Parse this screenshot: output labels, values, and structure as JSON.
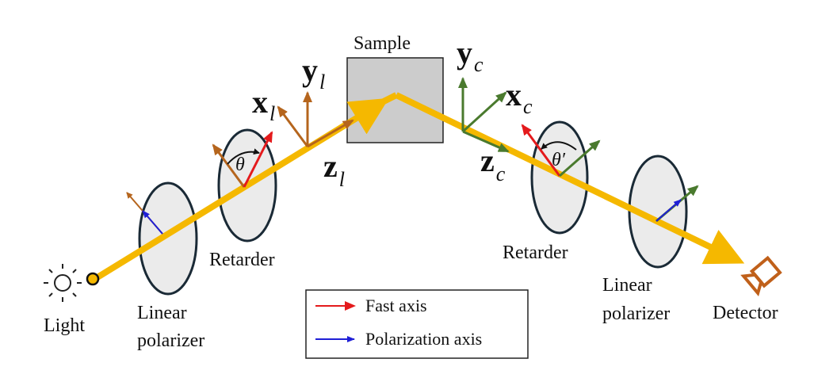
{
  "labels": {
    "sample": "Sample",
    "light": "Light",
    "linear_polarizer_left": [
      "Linear",
      "polarizer"
    ],
    "retarder_left": "Retarder",
    "retarder_right": "Retarder",
    "linear_polarizer_right": [
      "Linear",
      "polarizer"
    ],
    "detector": "Detector"
  },
  "axes_lab": {
    "x": "x",
    "x_sub": "l",
    "y": "y",
    "y_sub": "l",
    "z": "z",
    "z_sub": "l"
  },
  "axes_sample": {
    "x": "x",
    "x_sub": "c",
    "y": "y",
    "y_sub": "c",
    "z": "z",
    "z_sub": "c"
  },
  "angles": {
    "theta": "θ",
    "theta_prime": "θ′"
  },
  "legend": [
    {
      "label": "Fast axis",
      "color": "#e41a1c"
    },
    {
      "label": "Polarization axis",
      "color": "#1f1fd6"
    }
  ],
  "colors": {
    "beam": "#f5b800",
    "lab_axes": "#b5651d",
    "sample_axes": "#4a7a2e",
    "fast_axis": "#e41a1c",
    "polarization_axis": "#1f1fd6",
    "sample_fill": "#cccccc",
    "optic_fill": "#ebebeb"
  },
  "icons": {
    "light": "sun-icon",
    "detector": "camera-icon"
  }
}
